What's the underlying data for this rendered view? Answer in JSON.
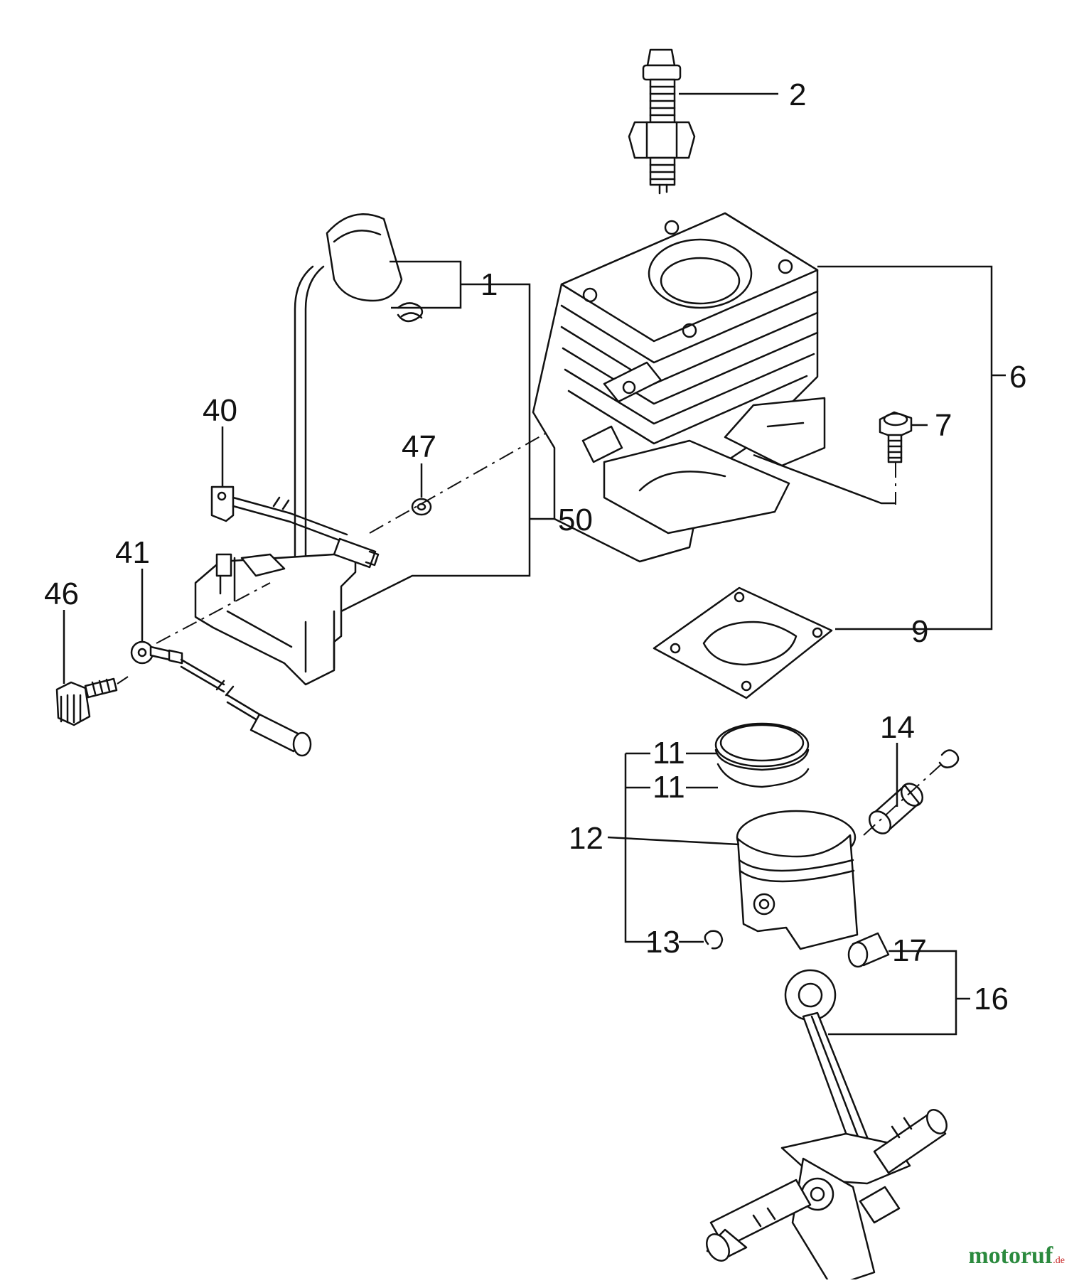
{
  "callouts": {
    "c1": "1",
    "c2": "2",
    "c6": "6",
    "c7": "7",
    "c9": "9",
    "c11a": "11",
    "c11b": "11",
    "c12": "12",
    "c13": "13",
    "c14": "14",
    "c16": "16",
    "c17": "17",
    "c40": "40",
    "c41": "41",
    "c46": "46",
    "c47": "47",
    "c50": "50"
  },
  "watermark": {
    "brand": "motoruf",
    "suffix": ".de",
    "color_main": "#2b8a3e",
    "color_accent": "#c92a2a"
  }
}
